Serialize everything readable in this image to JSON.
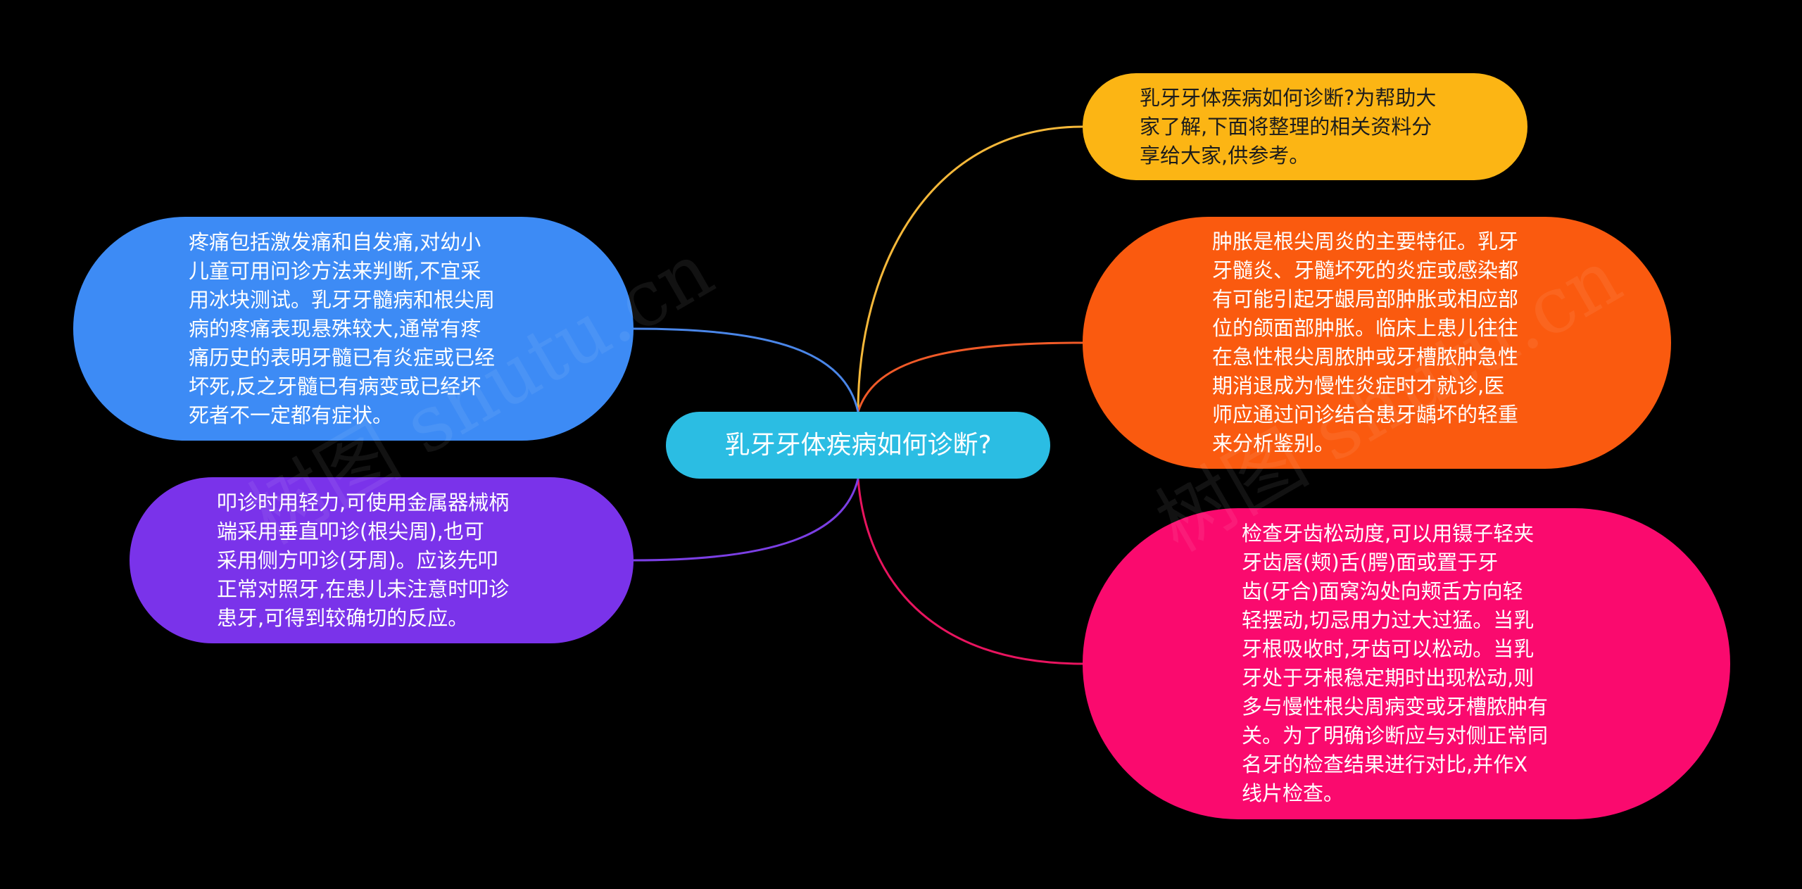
{
  "root": {
    "label": "乳牙牙体疾病如何诊断?",
    "color": "#2bbde3"
  },
  "branches": [
    {
      "id": "intro",
      "side": "right",
      "color": "#fcb514",
      "line_color": "#f5b83a",
      "text": "乳牙牙体疾病如何诊断?为帮助大\n家了解,下面将整理的相关资料分\n享给大家,供参考。"
    },
    {
      "id": "swelling",
      "side": "right",
      "color": "#fa5a0f",
      "line_color": "#f05a28",
      "text": "肿胀是根尖周炎的主要特征。乳牙\n牙髓炎、牙髓坏死的炎症或感染都\n有可能引起牙龈局部肿胀或相应部\n位的颌面部肿胀。临床上患儿往往\n在急性根尖周脓肿或牙槽脓肿急性\n期消退成为慢性炎症时才就诊,医\n师应通过问诊结合患牙龋坏的轻重\n来分析鉴别。"
    },
    {
      "id": "mobility",
      "side": "right",
      "color": "#fa0a6e",
      "line_color": "#e8145f",
      "text": "检查牙齿松动度,可以用镊子轻夹\n牙齿唇(颊)舌(腭)面或置于牙\n齿(牙合)面窝沟处向颊舌方向轻\n轻摆动,切忌用力过大过猛。当乳\n牙根吸收时,牙齿可以松动。当乳\n牙处于牙根稳定期时出现松动,则\n多与慢性根尖周病变或牙槽脓肿有\n关。为了明确诊断应与对侧正常同\n名牙的检查结果进行对比,并作X\n线片检查。"
    },
    {
      "id": "pain",
      "side": "left",
      "color": "#3d8bf5",
      "line_color": "#4a86e8",
      "text": "疼痛包括激发痛和自发痛,对幼小\n儿童可用问诊方法来判断,不宜采\n用冰块测试。乳牙牙髓病和根尖周\n病的疼痛表现悬殊较大,通常有疼\n痛历史的表明牙髓已有炎症或已经\n坏死,反之牙髓已有病变或已经坏\n死者不一定都有症状。"
    },
    {
      "id": "percussion",
      "side": "left",
      "color": "#7a33ea",
      "line_color": "#7b3fe4",
      "text": "叩诊时用轻力,可使用金属器械柄\n端采用垂直叩诊(根尖周),也可\n采用侧方叩诊(牙周)。应该先叩\n正常对照牙,在患儿未注意时叩诊\n患牙,可得到较确切的反应。"
    }
  ],
  "watermark": {
    "text": "树图 shutu.cn"
  },
  "background": "#000000"
}
